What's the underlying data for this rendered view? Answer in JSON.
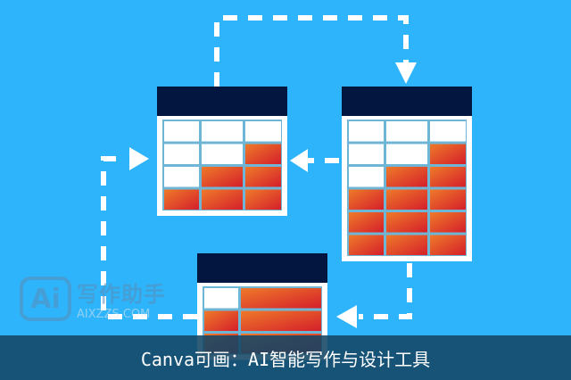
{
  "illustration": {
    "colors": {
      "background": "#2db4fb",
      "header": "#021640",
      "cell": "#ffffff",
      "fill_top": "#ee7a2a",
      "fill_bottom": "#d51f2a",
      "arrow": "#ffffff"
    },
    "tables": [
      {
        "cols": 3,
        "rows": 4,
        "filled_cells_per_row": [
          0,
          1,
          2,
          3
        ]
      },
      {
        "cols": 3,
        "rows": 6,
        "filled_cells_per_row": [
          0,
          1,
          2,
          3,
          3,
          3
        ]
      },
      {
        "cols": 2,
        "rows": 3,
        "filled_cells_per_row": [
          1,
          2,
          2
        ]
      }
    ]
  },
  "watermark": {
    "logo": "Ai",
    "name": "写作助手",
    "domain": "AIXZZS.COM"
  },
  "caption": "Canva可画：AI智能写作与设计工具"
}
